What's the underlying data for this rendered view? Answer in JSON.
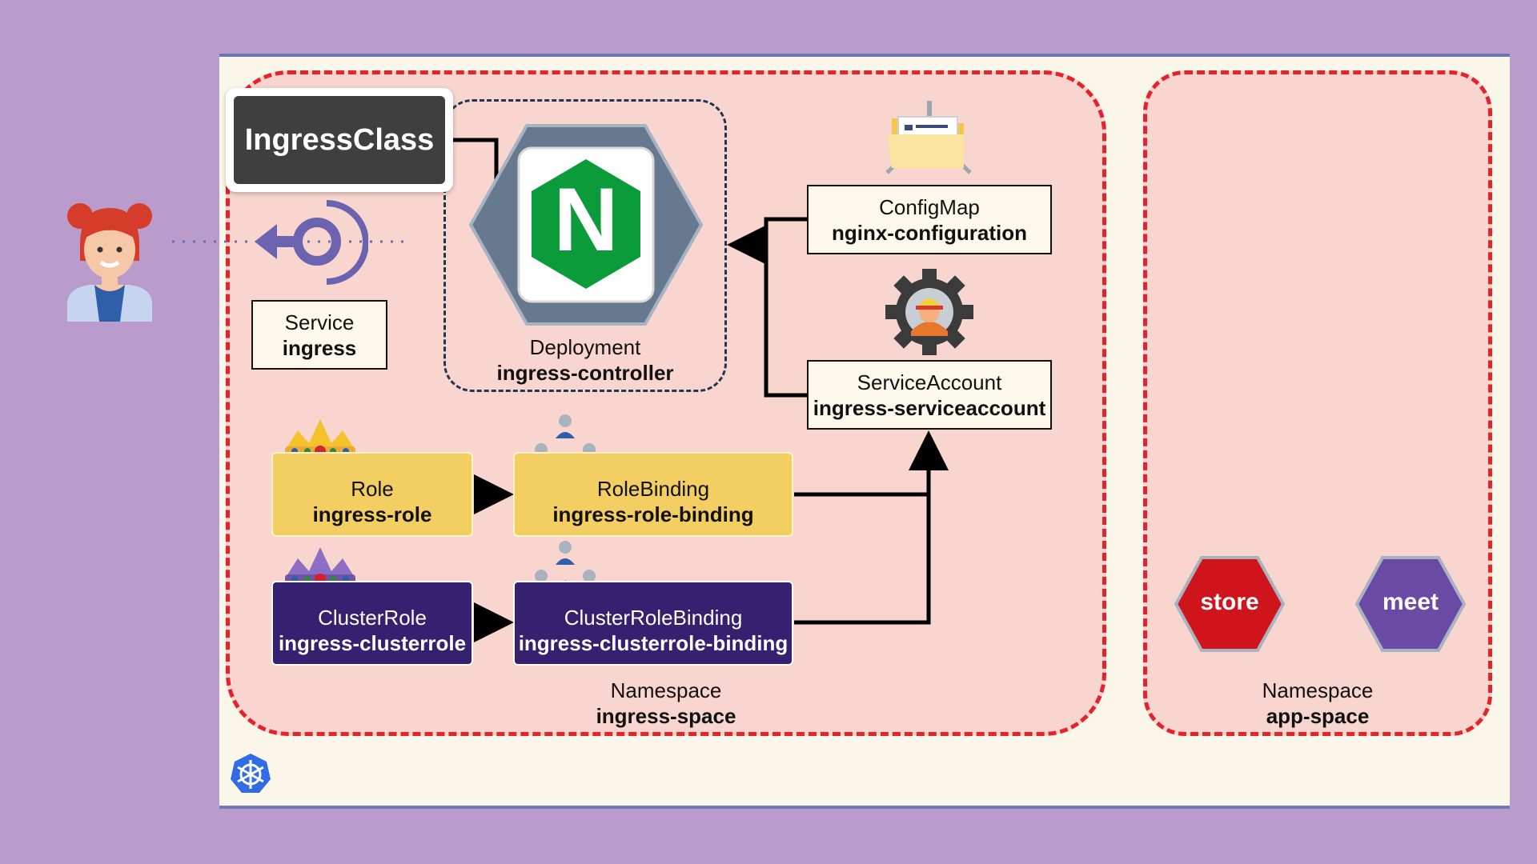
{
  "ingress_class": {
    "label": "IngressClass"
  },
  "service": {
    "kind": "Service",
    "name": "ingress"
  },
  "deployment": {
    "kind": "Deployment",
    "name": "ingress-controller",
    "logo_letter": "N"
  },
  "configmap": {
    "kind": "ConfigMap",
    "name": "nginx-configuration"
  },
  "service_account": {
    "kind": "ServiceAccount",
    "name": "ingress-serviceaccount"
  },
  "role": {
    "kind": "Role",
    "name": "ingress-role"
  },
  "role_binding": {
    "kind": "RoleBinding",
    "name": "ingress-role-binding"
  },
  "cluster_role": {
    "kind": "ClusterRole",
    "name": "ingress-clusterrole"
  },
  "cluster_role_binding": {
    "kind": "ClusterRoleBinding",
    "name": "ingress-clusterrole-binding"
  },
  "namespace_ingress": {
    "kind": "Namespace",
    "name": "ingress-space"
  },
  "namespace_app": {
    "kind": "Namespace",
    "name": "app-space"
  },
  "apps": [
    {
      "label": "store",
      "color": "#d0141b"
    },
    {
      "label": "meet",
      "color": "#6a4aa5"
    }
  ],
  "colors": {
    "background": "#b99ccb",
    "cluster": "#fbf6ea",
    "namespace_fill": "#f8d5cf",
    "namespace_border": "#e5232d",
    "nginx_green": "#0c9b3a",
    "role_yellow": "#f3ce62",
    "clusterrole_purple": "#35216f"
  },
  "icons": [
    "user-avatar-icon",
    "service-endpoint-icon",
    "nginx-logo-icon",
    "folder-config-icon",
    "gear-worker-icon",
    "crown-icon",
    "people-group-icon",
    "kubernetes-helm-icon"
  ]
}
